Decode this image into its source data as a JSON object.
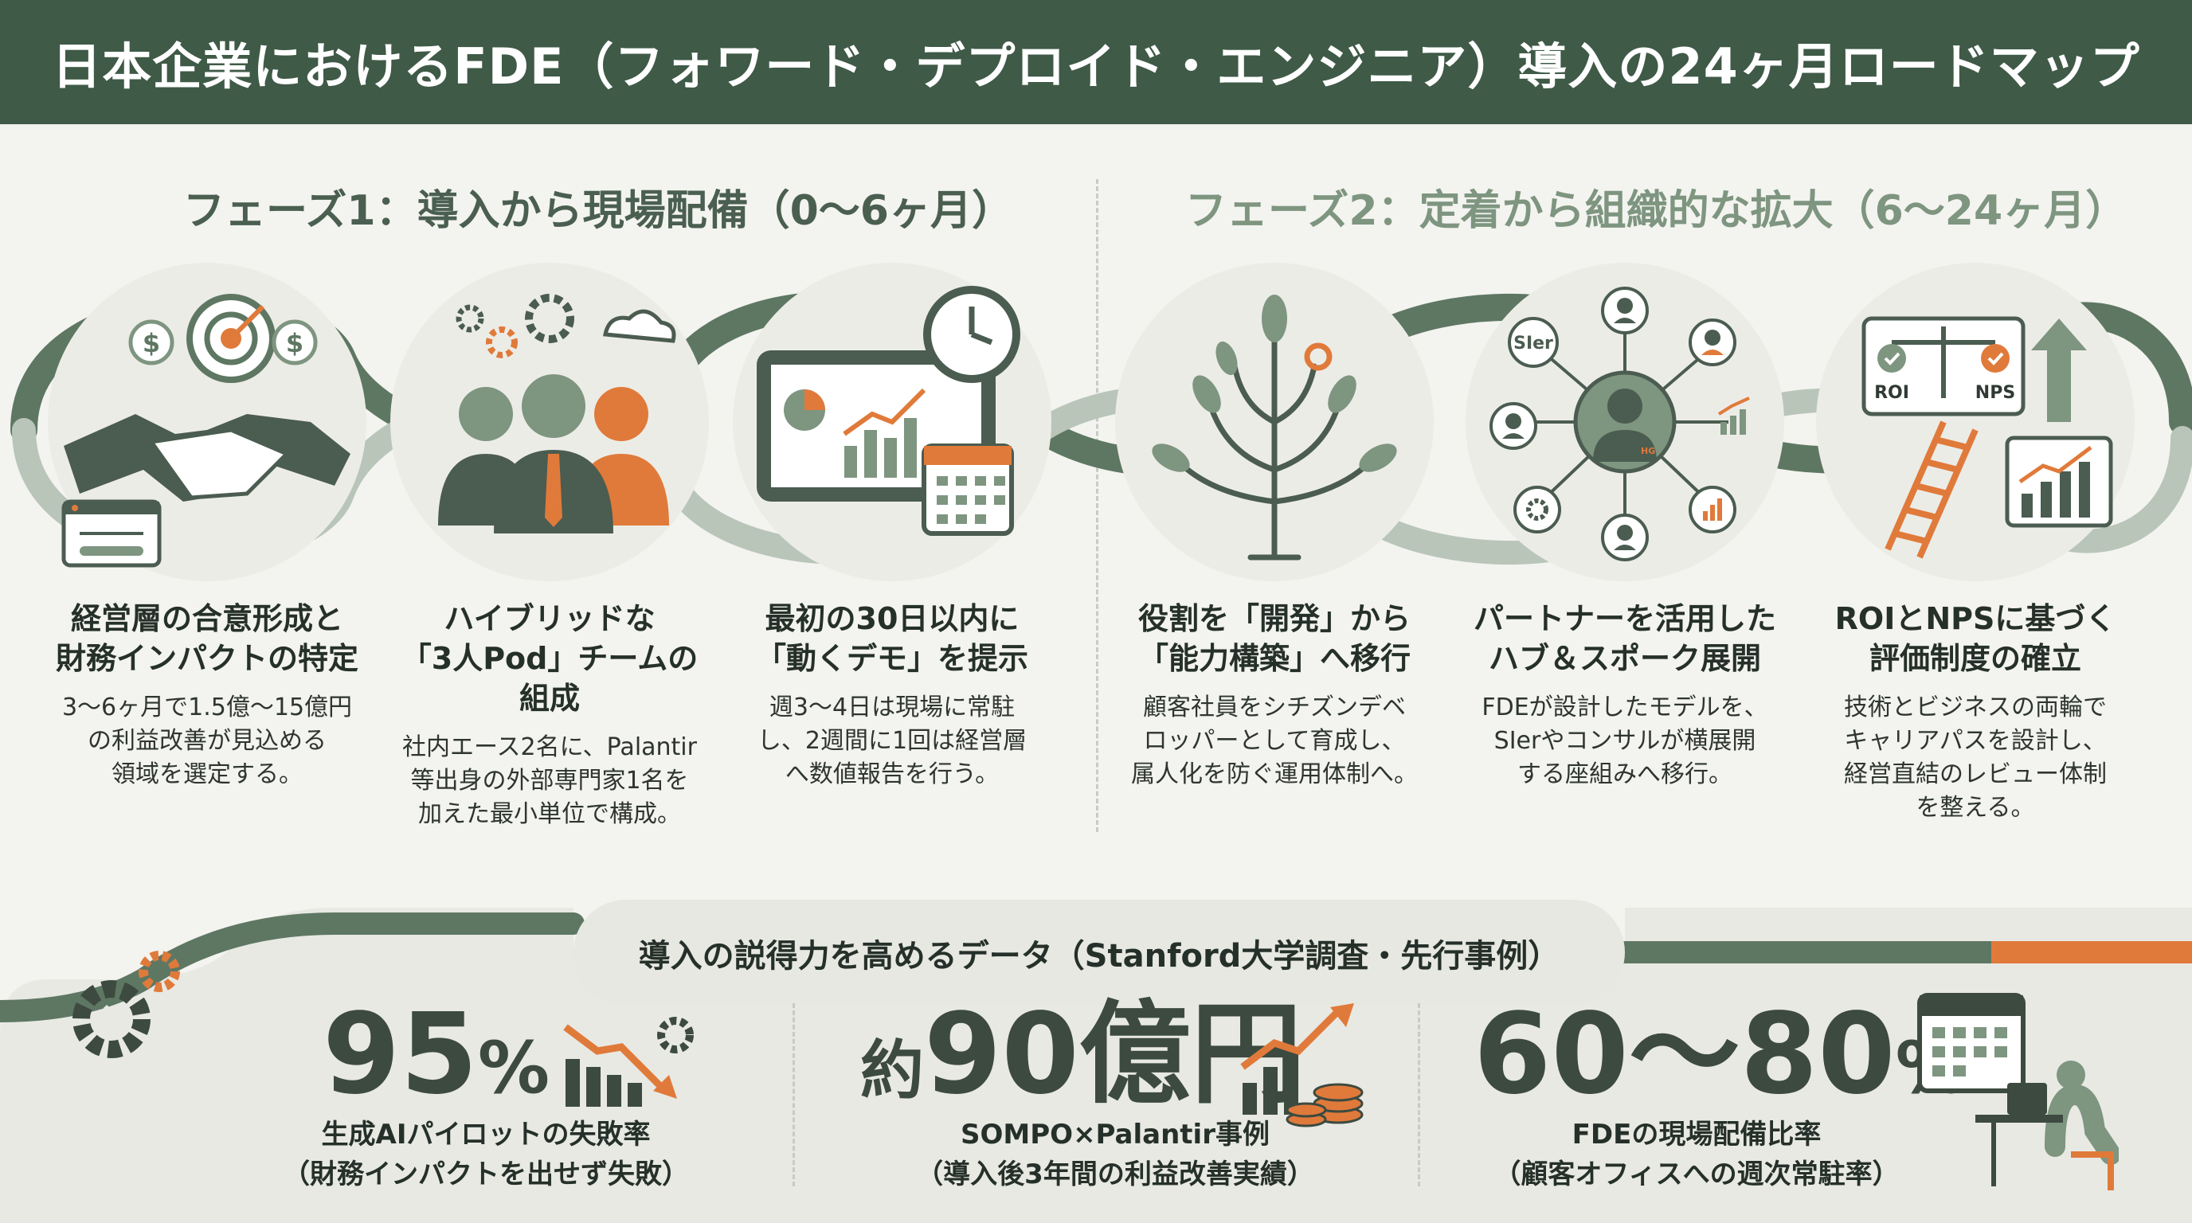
{
  "header": {
    "title": "日本企業におけるFDE（フォワード・デプロイド・エンジニア）導入の24ヶ月ロードマップ"
  },
  "phases": [
    {
      "title": "フェーズ1：導入から現場配備（0〜6ヶ月）"
    },
    {
      "title": "フェーズ2：定着から組織的な拡大（6〜24ヶ月）"
    }
  ],
  "stages": [
    {
      "icon": "handshake-target-icon",
      "title_l1": "経営層の合意形成と",
      "title_l2": "財務インパクトの特定",
      "desc_l1": "3〜6ヶ月で1.5億〜15億円",
      "desc_l2": "の利益改善が見込める",
      "desc_l3": "領域を選定する。"
    },
    {
      "icon": "team-pod-icon",
      "title_l1": "ハイブリッドな",
      "title_l2": "「3人Pod」チームの組成",
      "desc_l1": "社内エース2名に、Palantir",
      "desc_l2": "等出身の外部専門家1名を",
      "desc_l3": "加えた最小単位で構成。"
    },
    {
      "icon": "demo-dashboard-icon",
      "title_l1": "最初の30日以内に",
      "title_l2": "「動くデモ」を提示",
      "desc_l1": "週3〜4日は現場に常駐",
      "desc_l2": "し、2週間に1回は経営層",
      "desc_l3": "へ数値報告を行う。"
    },
    {
      "icon": "growth-tree-icon",
      "title_l1": "役割を「開発」から",
      "title_l2": "「能力構築」へ移行",
      "desc_l1": "顧客社員をシチズンデベ",
      "desc_l2": "ロッパーとして育成し、",
      "desc_l3": "属人化を防ぐ運用体制へ。"
    },
    {
      "icon": "hub-spoke-icon",
      "title_l1": "パートナーを活用した",
      "title_l2": "ハブ＆スポーク展開",
      "desc_l1": "FDEが設計したモデルを、",
      "desc_l2": "SIerやコンサルが横展開",
      "desc_l3": "する座組みへ移行。",
      "hub_label": "SIer",
      "center_badge": "HG"
    },
    {
      "icon": "scale-ladder-icon",
      "title_l1": "ROIとNPSに基づく",
      "title_l2": "評価制度の確立",
      "desc_l1": "技術とビジネスの両輪で",
      "desc_l2": "キャリアパスを設計し、",
      "desc_l3": "経営直結のレビュー体制",
      "desc_l4": "を整える。",
      "roi_label": "ROI",
      "nps_label": "NPS"
    }
  ],
  "bottom": {
    "title": "導入の説得力を高めるデータ（Stanford大学調査・先行事例）",
    "stats": [
      {
        "value": "95",
        "unit": "%",
        "label_l1": "生成AIパイロットの失敗率",
        "label_l2": "（財務インパクトを出せず失敗）"
      },
      {
        "prefix": "約",
        "value": "90億円",
        "label_l1": "SOMPO×Palantir事例",
        "label_l2": "（導入後3年間の利益改善実績）"
      },
      {
        "value": "60〜80",
        "unit": "%",
        "label_l1": "FDEの現場配備比率",
        "label_l2": "（顧客オフィスへの週次常駐率）"
      }
    ]
  },
  "colors": {
    "header": "#3f5a47",
    "accent": "#e07a3a",
    "sage": "#7e9580",
    "dark": "#3d4a40"
  }
}
